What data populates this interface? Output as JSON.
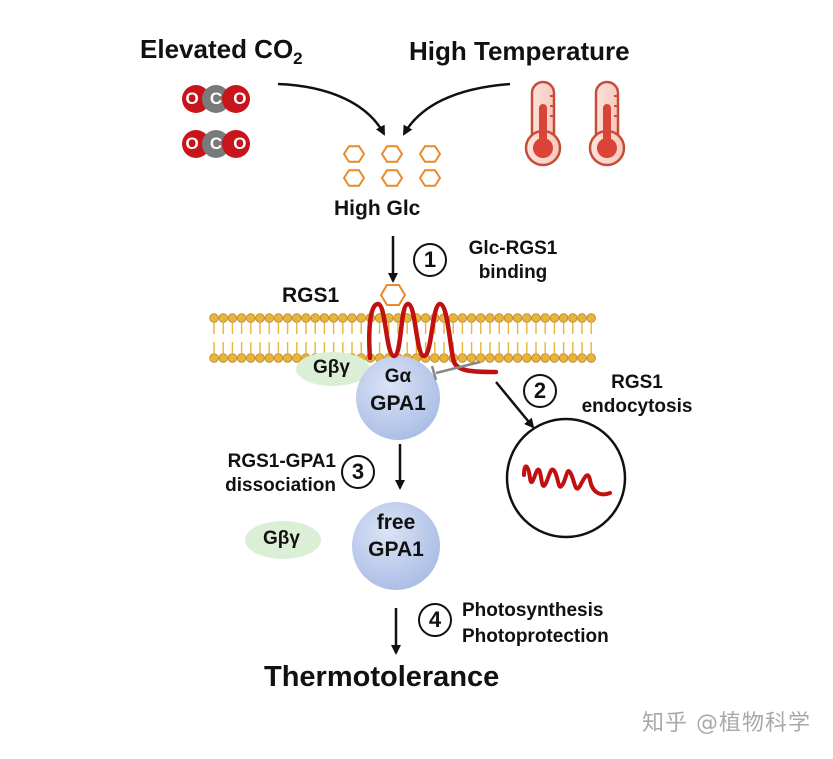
{
  "inputs": {
    "co2_label": "Elevated CO",
    "co2_subscript": "2",
    "temp_label": "High Temperature"
  },
  "molecule": {
    "o": "O",
    "c": "C"
  },
  "glucose_label": "High Glc",
  "membrane_protein_label": "RGS1",
  "gbg_label": "Gβγ",
  "galpha": {
    "symbol": "Gα",
    "name": "GPA1"
  },
  "free_gpa1": {
    "line1": "free",
    "line2": "GPA1"
  },
  "steps": [
    {
      "num": "1",
      "line1": "Glc-RGS1",
      "line2": "binding"
    },
    {
      "num": "2",
      "line1": "RGS1",
      "line2": "endocytosis"
    },
    {
      "num": "3",
      "line1": "RGS1-GPA1",
      "line2": "dissociation"
    },
    {
      "num": "4",
      "line1": "Photosynthesis",
      "line2": "Photoprotection"
    }
  ],
  "outcome": "Thermotolerance",
  "watermark": "知乎 @植物科学",
  "colors": {
    "rgs1_red": "#c01010",
    "glucose_orange": "#e88a2a",
    "membrane_gold": "#e8b43a",
    "gpa1_blue": "#b9c9ea",
    "gbg_green": "#dbeed6",
    "co2_red": "#c8151b",
    "co2_grey": "#7a7a7a"
  },
  "icons": [
    "co2-molecule-icon",
    "thermometer-icon",
    "glucose-hexagon-icon",
    "arrow-icon"
  ]
}
